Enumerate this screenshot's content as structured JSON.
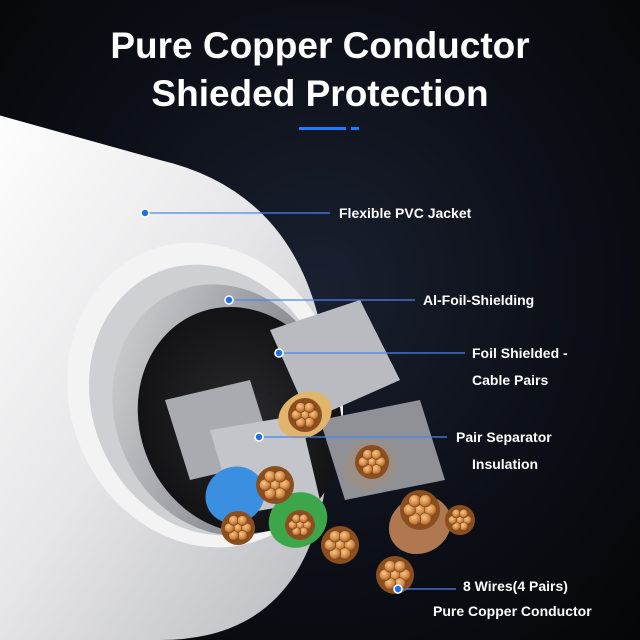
{
  "heading": {
    "line1": "Pure Copper Conductor",
    "line2": "Shieded Protection"
  },
  "callouts": [
    {
      "id": "jacket",
      "lines": [
        "Flexible PVC Jacket"
      ]
    },
    {
      "id": "foil",
      "lines": [
        "Al-Foil-Shielding"
      ]
    },
    {
      "id": "pairs",
      "lines": [
        "Foil Shielded -",
        "Cable Pairs"
      ]
    },
    {
      "id": "separator",
      "lines": [
        "Pair Separator",
        "Insulation"
      ]
    },
    {
      "id": "wires",
      "lines": [
        "8 Wires(4 Pairs)",
        "Pure Copper Conductor"
      ]
    }
  ],
  "colors": {
    "accent": "#1f7bff",
    "leader": "#4a86e8",
    "jacket": "#e8e8ea",
    "copper": "#d9924f",
    "wire_insulation": [
      "#e0b46a",
      "#3a8fe0",
      "#3ea64a",
      "#b07850"
    ]
  }
}
